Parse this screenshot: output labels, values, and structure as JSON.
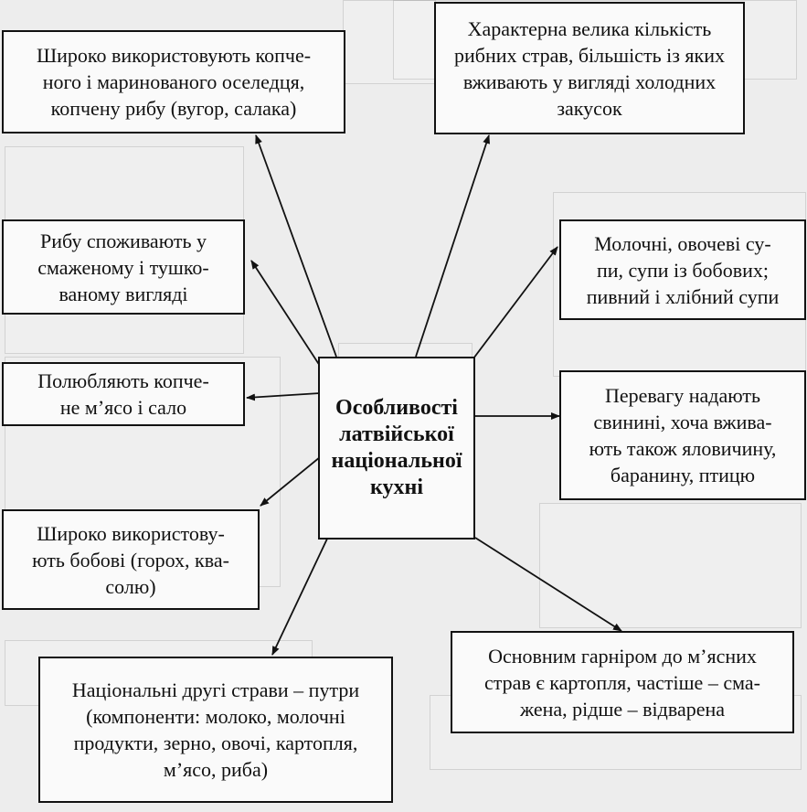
{
  "center": {
    "title": "Особливості\nлатвійської\nнаціональної\nкухні"
  },
  "left_boxes": [
    "Широко використовують копче-\nного і маринованого оселедця,\nкопчену рибу (вугор, салака)",
    "Рибу споживають у\nсмаженому і тушко-\nваному вигляді",
    "Полюбляють копче-\nне м’ясо і сало",
    "Широко використову-\nють бобові (горох, ква-\nсолю)",
    "Національні другі страви – путри\n(компоненти: молоко, молочні\nпродукти, зерно, овочі, картопля,\nм’ясо, риба)"
  ],
  "right_boxes": [
    "Характерна велика кількість\nрибних страв, більшість із яких\nвживають у вигляді холодних\nзакусок",
    "Молочні, овочеві су-\nпи, супи із бобових;\nпивний і хлібний супи",
    "Перевагу надають\nсвинині, хоча вжива-\nють також яловичину,\nбаранину, птицю",
    "Основним гарніром до м’ясних\nстрав є картопля, частіше – сма-\nжена, рідше – відварена"
  ]
}
